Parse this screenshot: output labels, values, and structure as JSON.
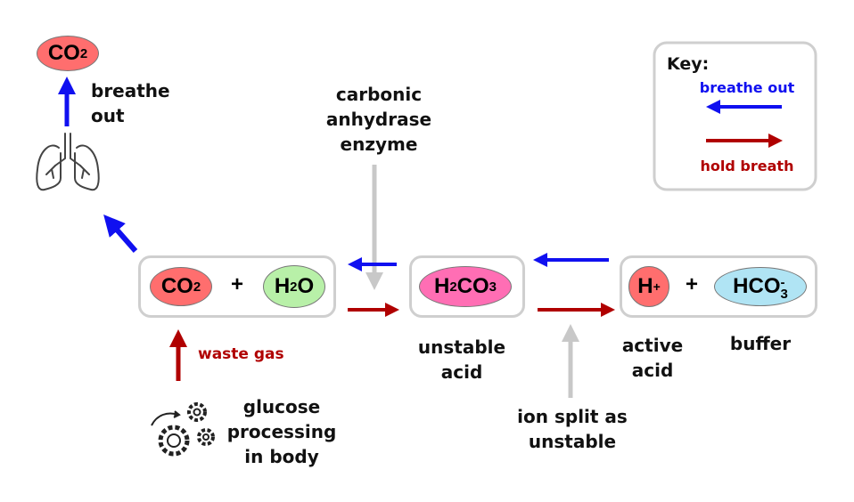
{
  "colors": {
    "blue": "#1010f0",
    "red": "#b00000",
    "gray": "#c8c8c8",
    "co2": "#ff6e6e",
    "h2o": "#b8f0a8",
    "h2co3": "#ff6eb4",
    "h_ion": "#ff6e6e",
    "hco3": "#b0e4f4"
  },
  "top": {
    "co2": {
      "main": "CO",
      "sub": "2"
    },
    "label_line1": "breathe",
    "label_line2": "out"
  },
  "left_box": {
    "co2": {
      "main": "CO",
      "sub": "2"
    },
    "plus": "+",
    "h2o": {
      "pre": "H",
      "sub": "2",
      "post": "O"
    }
  },
  "middle_box": {
    "h2co3": {
      "a": "H",
      "s1": "2",
      "b": "CO",
      "s2": "3"
    }
  },
  "right_box": {
    "h": {
      "main": "H",
      "sup": "+"
    },
    "plus": "+",
    "hco3": {
      "main": "HCO",
      "sub": "3",
      "sup": "-"
    }
  },
  "labels": {
    "enzyme": [
      "carbonic",
      "anhydrase",
      "enzyme"
    ],
    "unstable_acid": [
      "unstable",
      "acid"
    ],
    "active_acid": [
      "active",
      "acid"
    ],
    "buffer": "buffer",
    "ion_split": [
      "ion split as",
      "unstable"
    ],
    "waste_gas": "waste gas",
    "glucose": [
      "glucose",
      "processing",
      "in body"
    ]
  },
  "key": {
    "title": "Key:",
    "breathe_out": "breathe out",
    "hold_breath": "hold breath"
  }
}
